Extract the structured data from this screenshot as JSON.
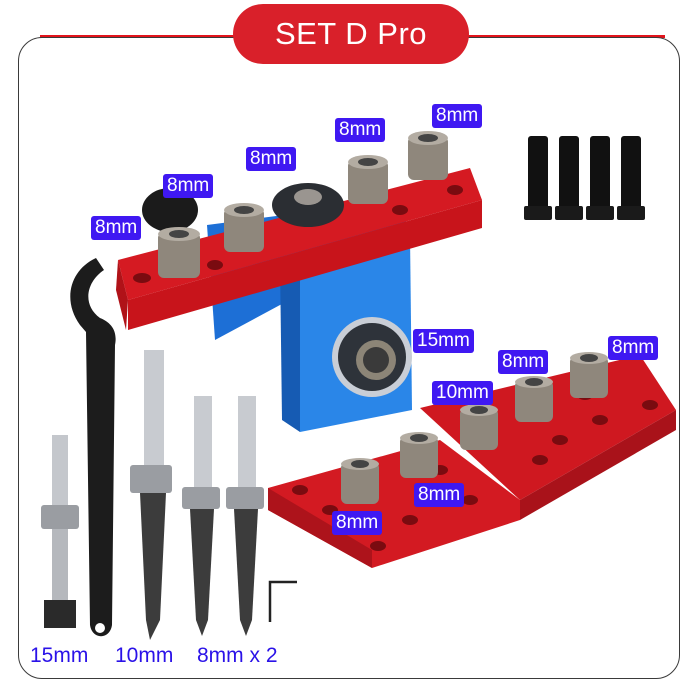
{
  "header": {
    "title": "SET D Pro",
    "colors": {
      "title_bg": "#d9202a",
      "title_line": "#e2131b",
      "label_bg": "#3f18f2",
      "caption_text": "#2a12e8"
    }
  },
  "guide_rail_labels": [
    "8mm",
    "8mm",
    "8mm",
    "8mm",
    "8mm"
  ],
  "blue_block_label": "15mm",
  "plate_labels": {
    "back_left": "10mm",
    "back_mid": "8mm",
    "back_right": "8mm",
    "front_mid": "8mm",
    "front_left": "8mm"
  },
  "bit_captions": {
    "forstner": "15mm",
    "drill_10": "10mm",
    "drill_8": "8mm x 2"
  },
  "items": [
    "dowel guide rail",
    "blue drilling block",
    "spanner wrench",
    "black positioning pins x4",
    "forstner bit",
    "drill bits",
    "hex key",
    "red locating plates"
  ]
}
